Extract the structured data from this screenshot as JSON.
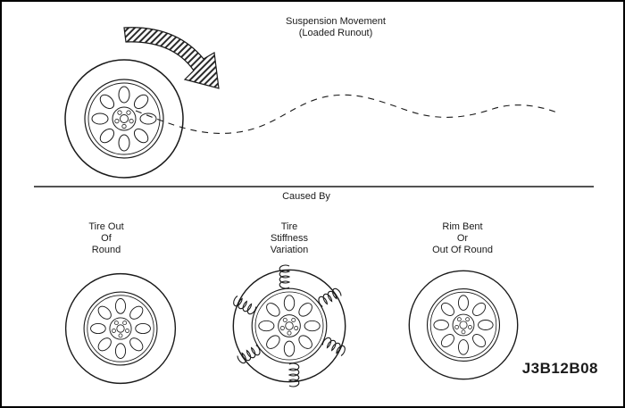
{
  "title": {
    "line1": "Suspension Movement",
    "line2": "(Loaded Runout)"
  },
  "section": {
    "label": "Caused By"
  },
  "causes": [
    {
      "lines": [
        "Tire Out",
        "Of",
        "Round"
      ]
    },
    {
      "lines": [
        "Tire",
        "Stiffness",
        "Variation"
      ]
    },
    {
      "lines": [
        "Rim Bent",
        "Or",
        "Out Of Round"
      ]
    }
  ],
  "figure_id": "J3B12B08",
  "icons": [
    "suspension-movement-arrow-icon",
    "loaded-runout-dashed-line",
    "wheel-suspension",
    "wheel-tire-out-of-round",
    "wheel-tire-stiffness-variation",
    "wheel-rim-bent",
    "spring-icons"
  ],
  "colors": {
    "line": "#1a1a1a",
    "background": "#ffffff"
  }
}
